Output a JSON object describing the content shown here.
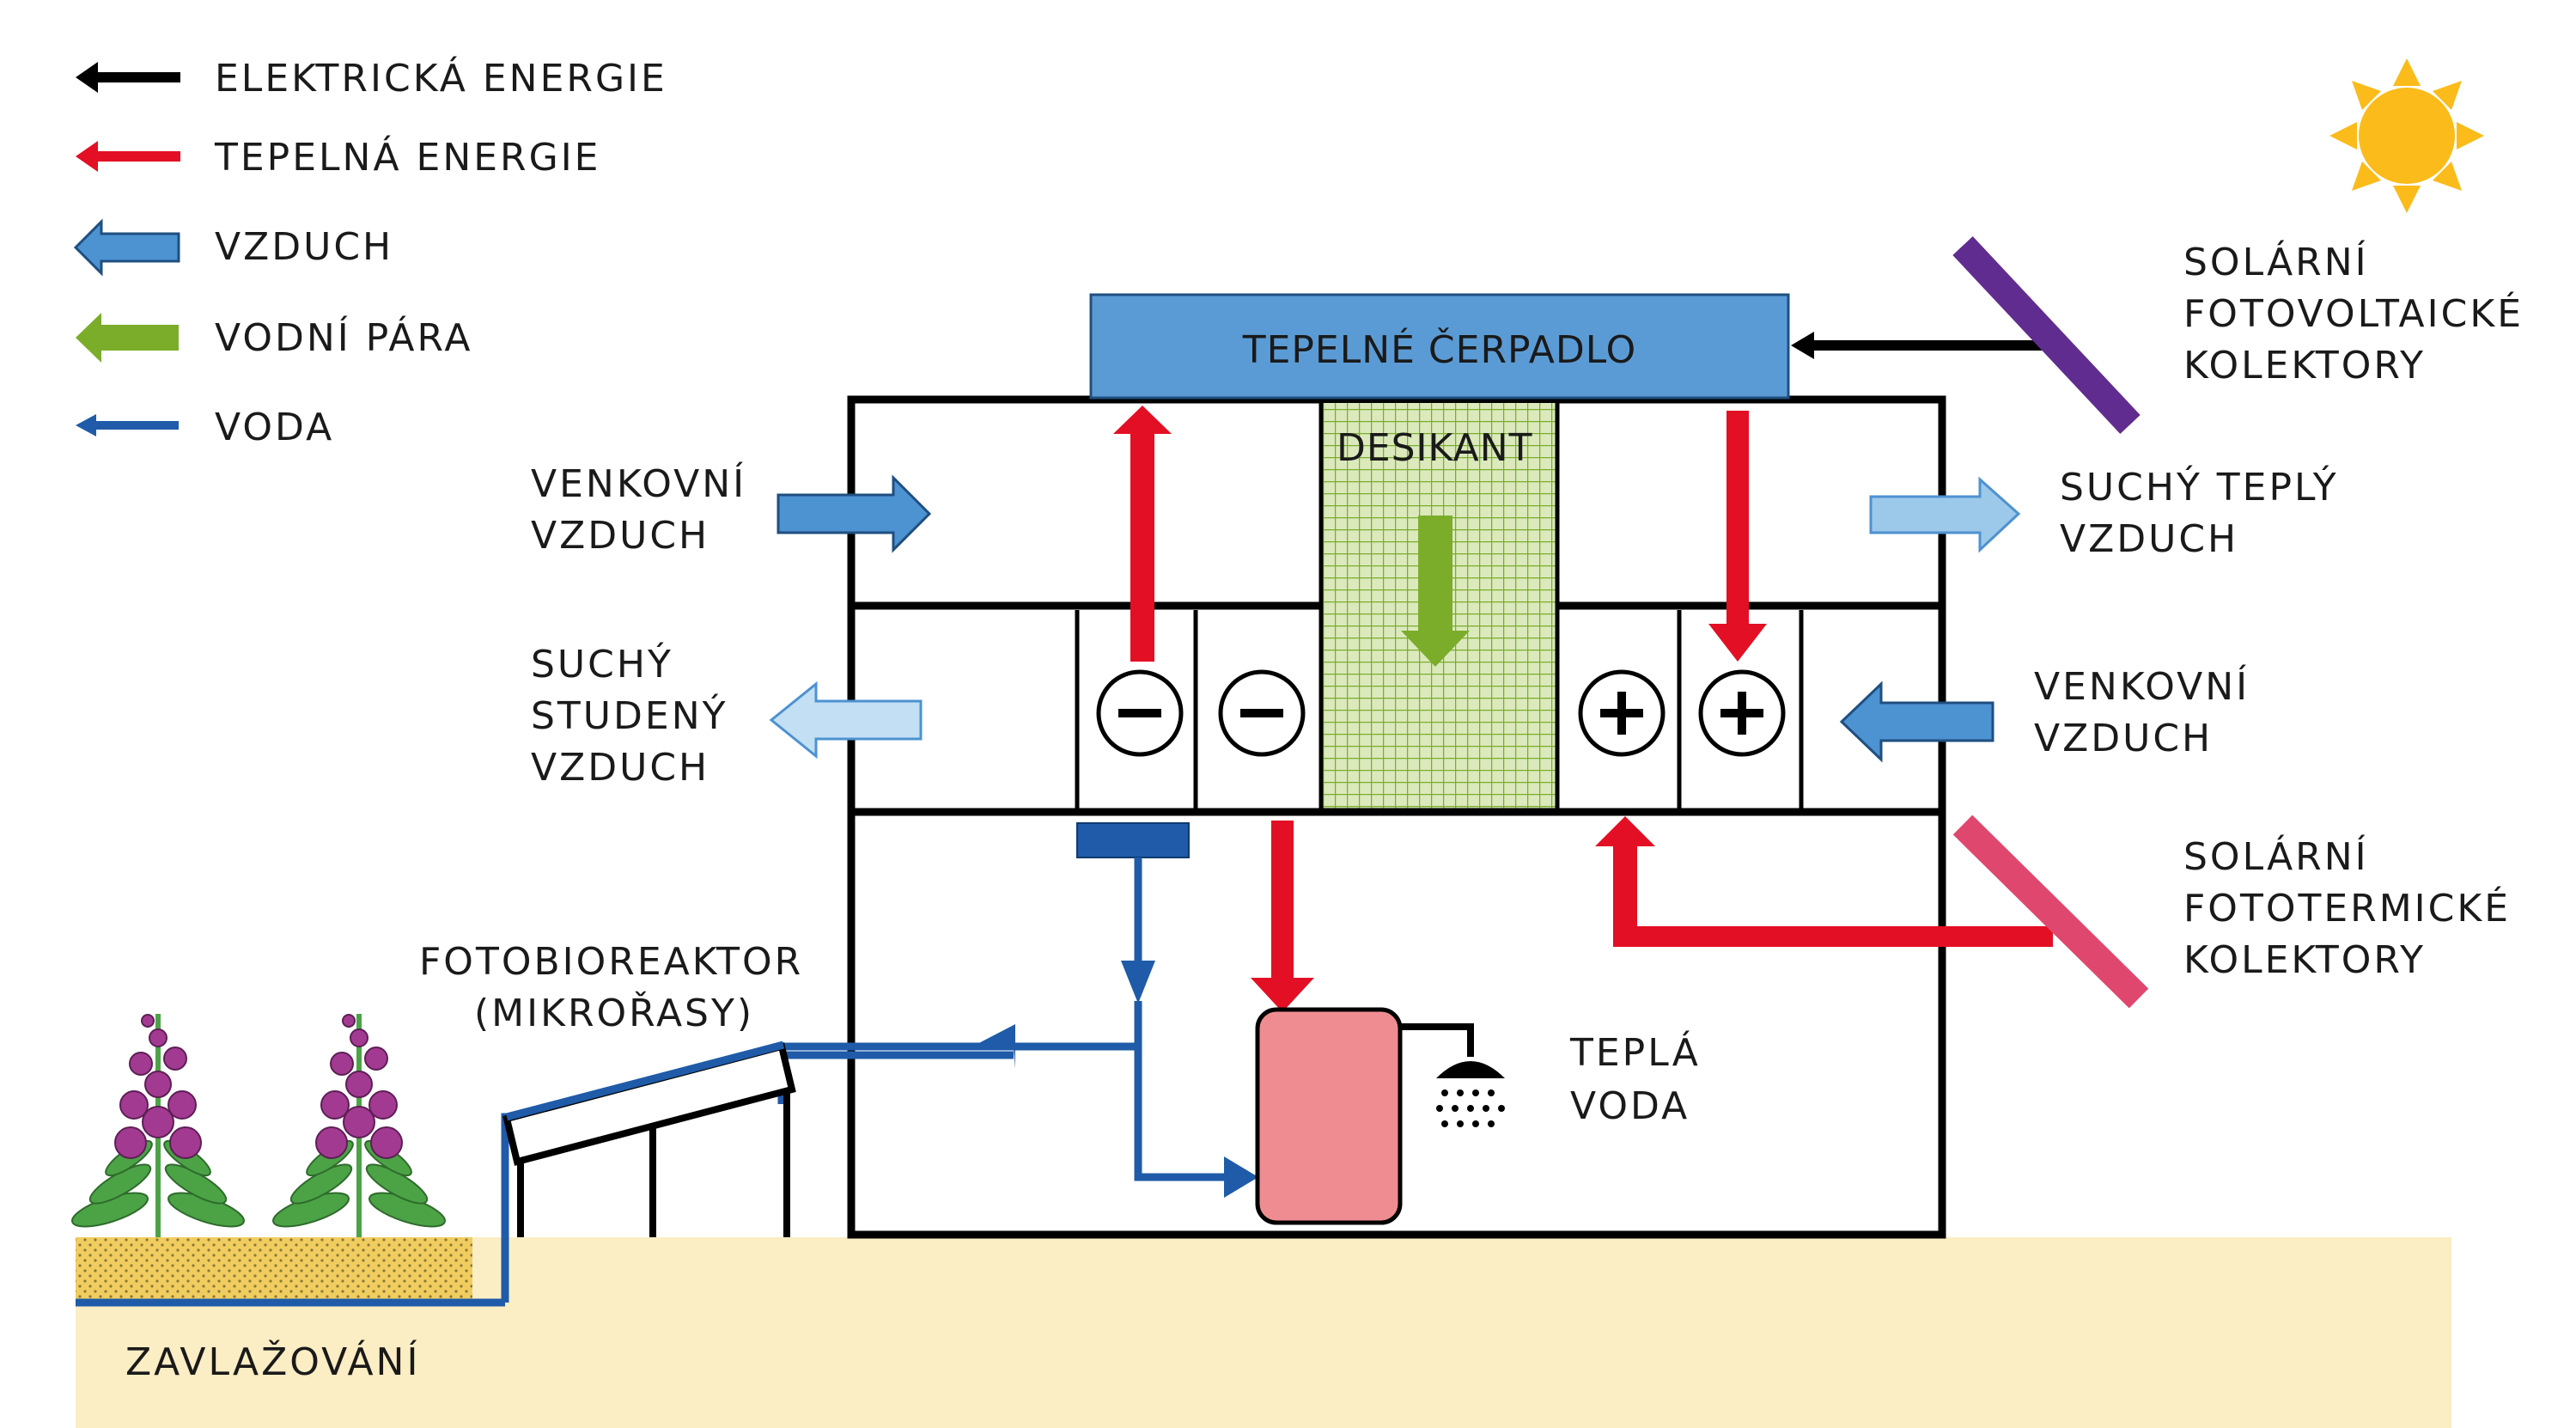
{
  "legend": {
    "electric": "ELEKTRICKÁ ENERGIE",
    "thermal": "TEPELNÁ ENERGIE",
    "air": "VZDUCH",
    "vapor": "VODNÍ PÁRA",
    "water": "VODA"
  },
  "labels": {
    "heat_pump": "TEPELNÉ ČERPADLO",
    "desiccant": "DESIKANT",
    "outdoor_air_left": [
      "VENKOVNÍ",
      "VZDUCH"
    ],
    "dry_cold_air": [
      "SUCHÝ",
      "STUDENÝ",
      "VZDUCH"
    ],
    "dry_warm_air": [
      "SUCHÝ TEPLÝ",
      "VZDUCH"
    ],
    "outdoor_air_right": [
      "VENKOVNÍ",
      "VZDUCH"
    ],
    "pv_collectors": [
      "SOLÁRNÍ",
      "FOTOVOLTAICKÉ",
      "KOLEKTORY"
    ],
    "thermal_collectors": [
      "SOLÁRNÍ",
      "FOTOTERMICKÉ",
      "KOLEKTORY"
    ],
    "photobioreactor": [
      "FOTOBIOREAKTOR",
      "(MIKROŘASY)"
    ],
    "hot_water": [
      "TEPLÁ",
      "VODA"
    ],
    "irrigation": "ZAVLAŽOVÁNÍ"
  },
  "colors": {
    "electric": "#000000",
    "thermal": "#e30f24",
    "air": "#4d92d1",
    "air_light": "#c3dff3",
    "vapor": "#7bad2b",
    "water": "#1f5ba8",
    "heat_pump_box": "#5b9bd5",
    "ground": "#fbedc4",
    "soil": "#f1cd5f",
    "tank": "#ef8c92",
    "pv_panel": "#612c8f",
    "thermal_panel": "#e0476e",
    "sun": "#fbbb1a",
    "flower": "#a33a91",
    "leaf": "#4ba346"
  },
  "icons": [
    "sun-icon",
    "shower-icon",
    "flower-icon",
    "minus-circle-icon",
    "plus-circle-icon"
  ]
}
